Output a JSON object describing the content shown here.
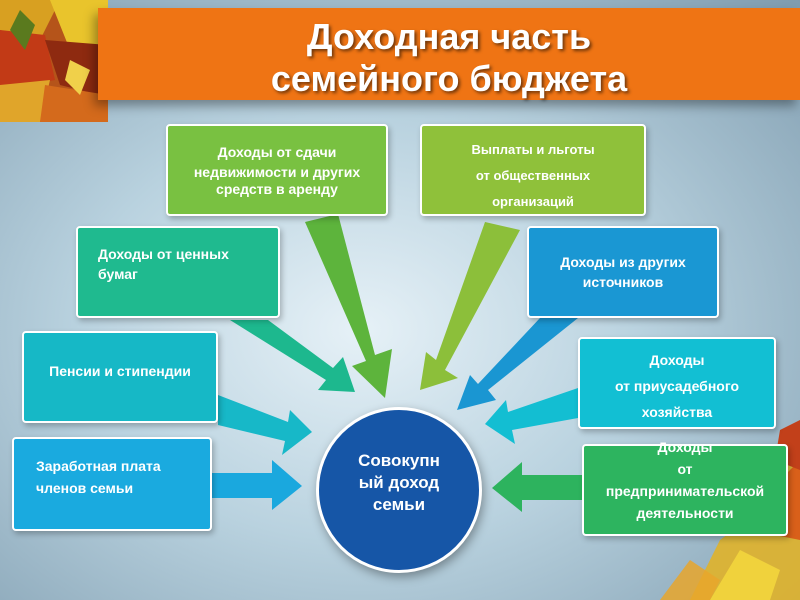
{
  "title": {
    "line1": "Доходная часть",
    "line2": "семейного бюджета"
  },
  "center": {
    "line1": "Совокупн",
    "line2": "ый доход",
    "line3": "семьи",
    "color": "#1656a7"
  },
  "sources": [
    {
      "id": "rent",
      "lines": [
        "Доходы от сдачи",
        "недвижимости и других",
        "средств в аренду"
      ],
      "color": "#79c141"
    },
    {
      "id": "public-orgs",
      "lines": [
        "Выплаты и льготы",
        "от общественных",
        "организаций"
      ],
      "color": "#8fc13a"
    },
    {
      "id": "securities",
      "lines": [
        "Доходы от ценных",
        "бумаг"
      ],
      "color": "#1fba8f"
    },
    {
      "id": "other-sources",
      "lines": [
        "Доходы из других",
        "источников"
      ],
      "color": "#1a97d3"
    },
    {
      "id": "pensions",
      "lines": [
        "Пенсии и стипендии"
      ],
      "color": "#16b8c6"
    },
    {
      "id": "household-plot",
      "lines": [
        "Доходы",
        "от приусадебного",
        "хозяйства"
      ],
      "color": "#12bfd3"
    },
    {
      "id": "wages",
      "lines": [
        "Заработная плата",
        "членов семьи"
      ],
      "color": "#1aaadf"
    },
    {
      "id": "entrepreneurship",
      "lines": [
        "Доходы",
        "от",
        "предпринимательской",
        "деятельности"
      ],
      "color": "#2db45f"
    }
  ]
}
